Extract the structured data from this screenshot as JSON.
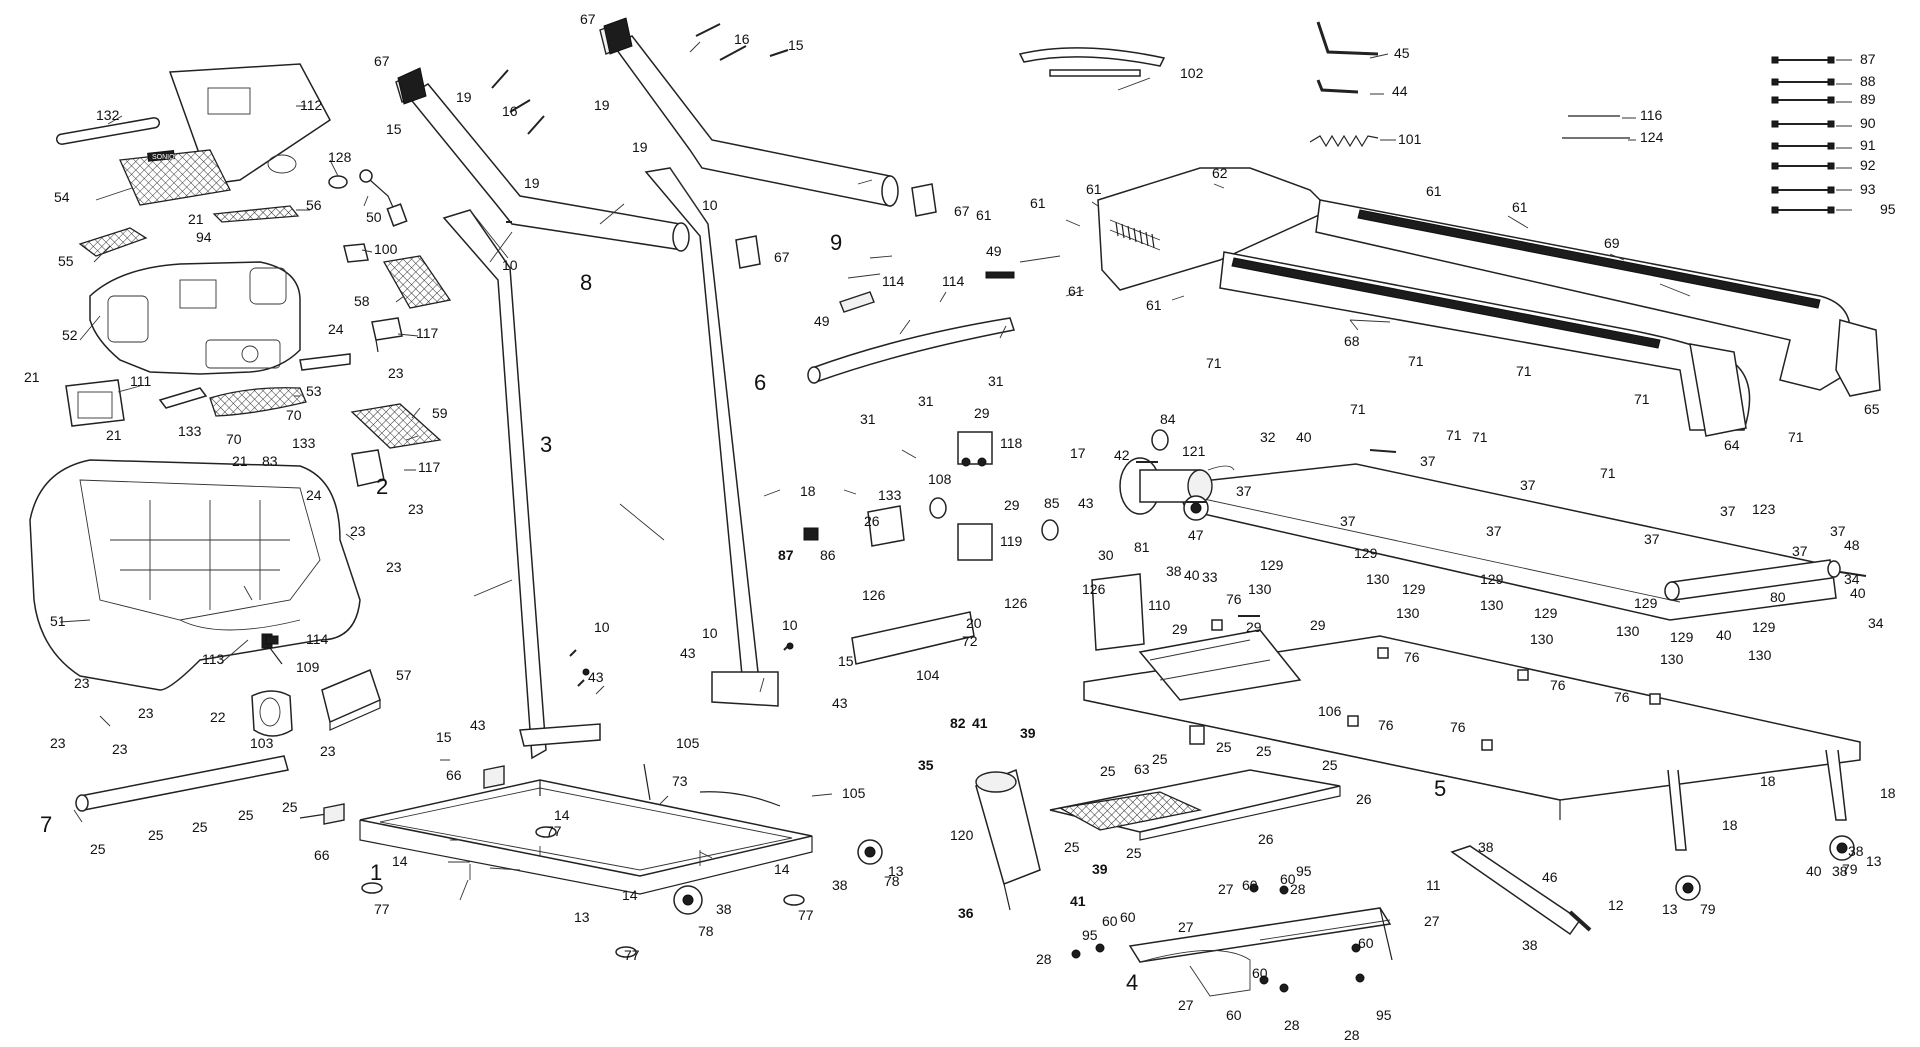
{
  "diagram": {
    "callouts": [
      "1",
      "2",
      "3",
      "4",
      "5",
      "6",
      "7",
      "8",
      "9",
      "10",
      "11",
      "12",
      "13",
      "14",
      "15",
      "16",
      "17",
      "18",
      "19",
      "20",
      "21",
      "22",
      "23",
      "24",
      "25",
      "26",
      "27",
      "28",
      "29",
      "30",
      "31",
      "32",
      "33",
      "34",
      "35",
      "36",
      "37",
      "38",
      "39",
      "40",
      "41",
      "42",
      "43",
      "44",
      "45",
      "46",
      "47",
      "48",
      "49",
      "50",
      "51",
      "52",
      "53",
      "54",
      "55",
      "56",
      "57",
      "58",
      "59",
      "60",
      "61",
      "62",
      "63",
      "64",
      "65",
      "66",
      "67",
      "68",
      "69",
      "70",
      "71",
      "72",
      "73",
      "76",
      "77",
      "78",
      "79",
      "80",
      "81",
      "82",
      "83",
      "84",
      "85",
      "86",
      "87",
      "88",
      "89",
      "90",
      "91",
      "92",
      "93",
      "94",
      "95",
      "100",
      "101",
      "102",
      "103",
      "104",
      "105",
      "106",
      "108",
      "109",
      "110",
      "111",
      "112",
      "113",
      "114",
      "116",
      "117",
      "118",
      "119",
      "120",
      "121",
      "123",
      "124",
      "126",
      "128",
      "129",
      "130",
      "132",
      "133"
    ],
    "panel_logo": "SONIQ"
  }
}
